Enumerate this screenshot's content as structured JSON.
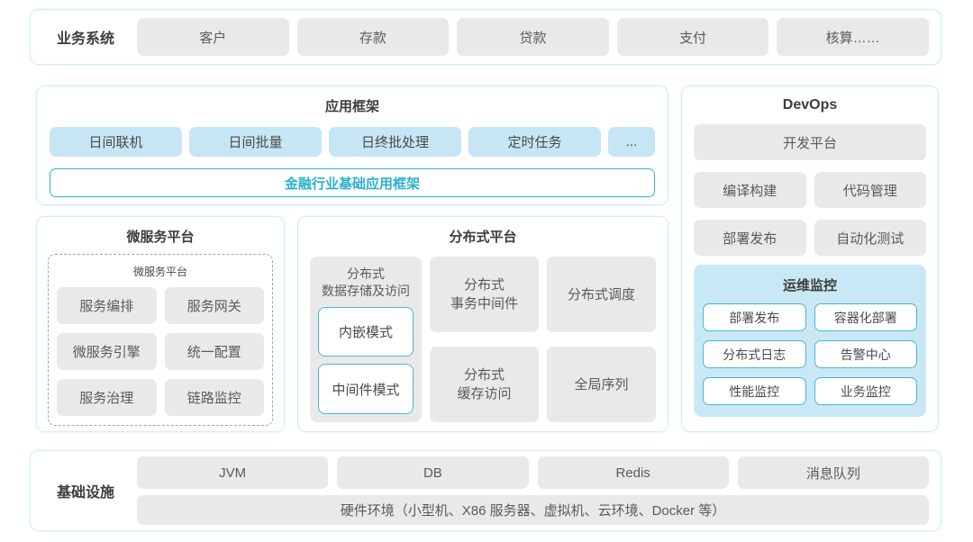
{
  "business": {
    "label": "业务系统",
    "items": [
      "客户",
      "存款",
      "贷款",
      "支付",
      "核算……"
    ]
  },
  "app_framework": {
    "title": "应用框架",
    "items": [
      "日间联机",
      "日间批量",
      "日终批处理",
      "定时任务",
      "..."
    ],
    "base_framework": "金融行业基础应用框架"
  },
  "microservice": {
    "title": "微服务平台",
    "inner_title": "微服务平台",
    "items": [
      "服务编排",
      "服务网关",
      "微服务引擎",
      "统一配置",
      "服务治理",
      "链路监控"
    ]
  },
  "distributed": {
    "title": "分布式平台",
    "storage": {
      "title_line1": "分布式",
      "title_line2": "数据存储及访问",
      "modes": [
        "内嵌模式",
        "中间件模式"
      ]
    },
    "transaction_line1": "分布式",
    "transaction_line2": "事务中间件",
    "scheduling": "分布式调度",
    "cache_line1": "分布式",
    "cache_line2": "缓存访问",
    "sequence": "全局序列"
  },
  "devops": {
    "title": "DevOps",
    "platform": "开发平台",
    "items": [
      "编译构建",
      "代码管理",
      "部署发布",
      "自动化测试"
    ],
    "monitoring": {
      "title": "运维监控",
      "items": [
        "部署发布",
        "容器化部署",
        "分布式日志",
        "告警中心",
        "性能监控",
        "业务监控"
      ]
    }
  },
  "infrastructure": {
    "label": "基础设施",
    "items": [
      "JVM",
      "DB",
      "Redis",
      "消息队列"
    ],
    "hardware": "硬件环境（小型机、X86 服务器、虚拟机、云环境、Docker 等）"
  },
  "colors": {
    "panel_border": "#d2edf5",
    "gray_box": "#e9e9e9",
    "blue_box": "#c7e6f5",
    "teal_accent": "#2fb3c9",
    "monitor_bg": "#c9e8f6",
    "text_dark": "#3d3d3d",
    "text_gray": "#5a5a5a"
  }
}
